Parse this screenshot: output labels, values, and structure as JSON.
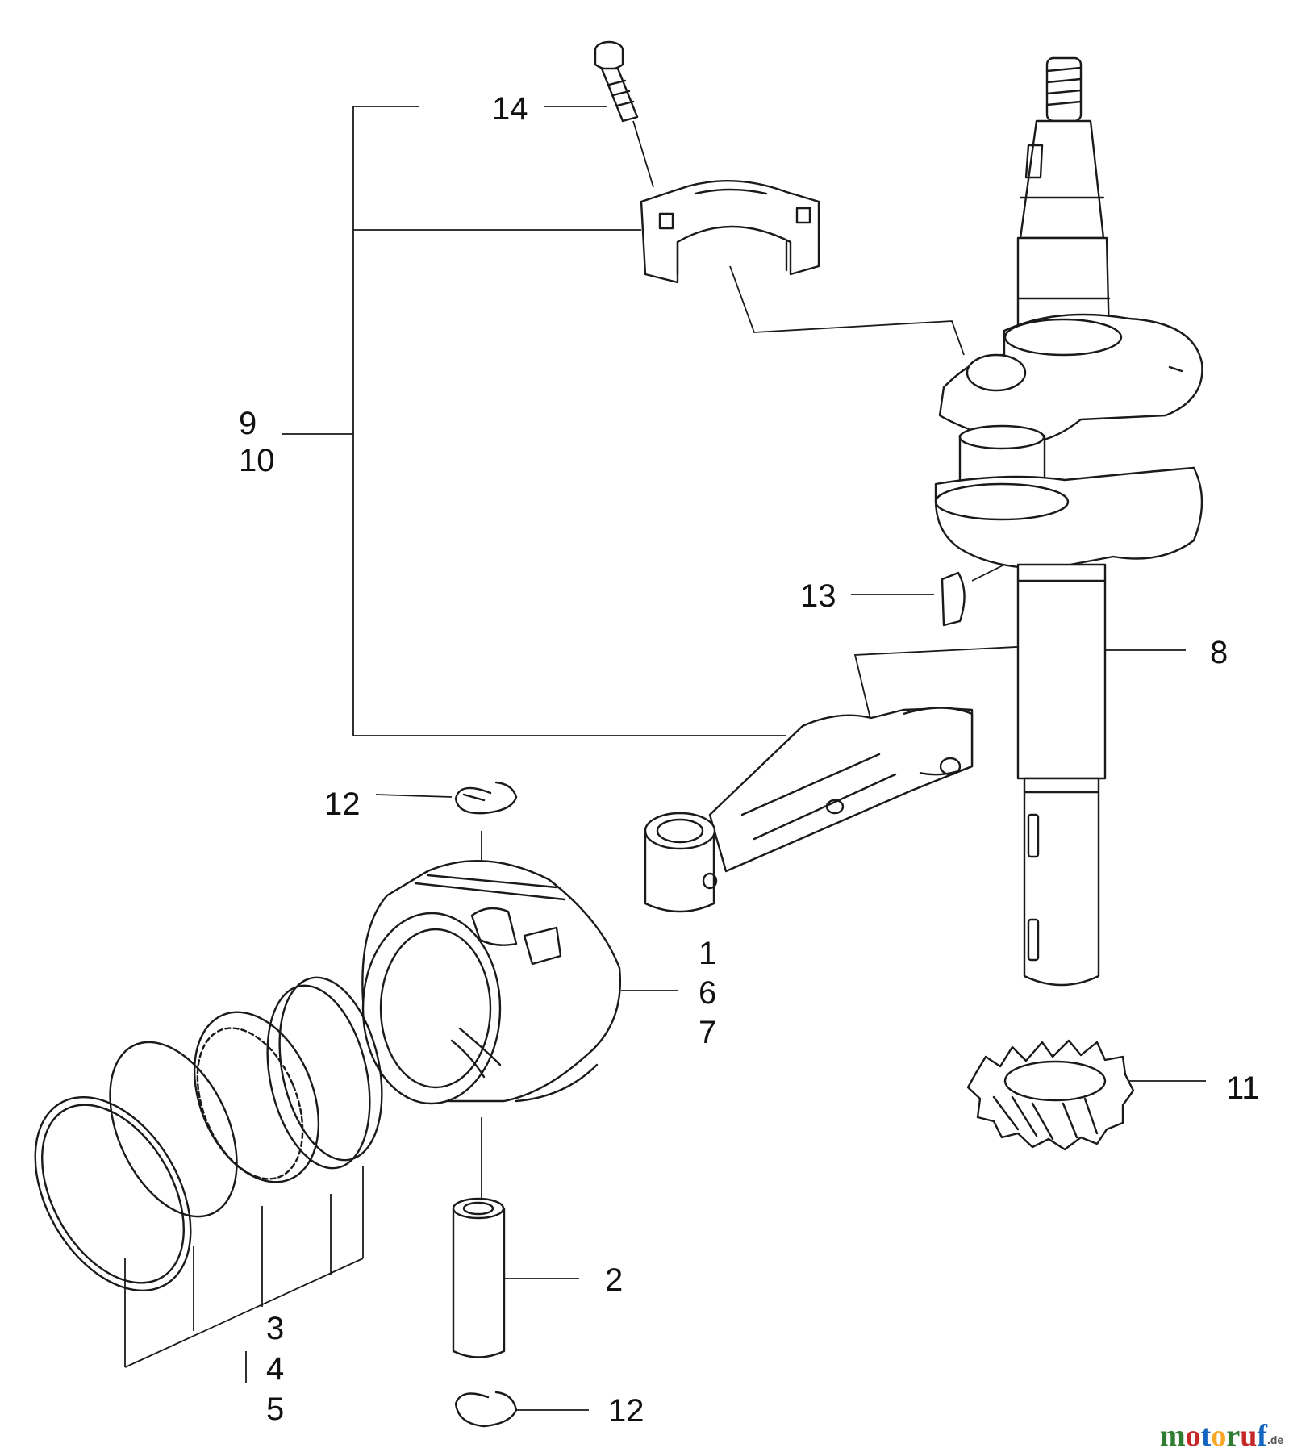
{
  "callouts": {
    "c1": "1",
    "c2": "2",
    "c3": "3",
    "c4": "4",
    "c5": "5",
    "c6": "6",
    "c7": "7",
    "c8": "8",
    "c9": "9",
    "c10": "10",
    "c11": "11",
    "c12_top": "12",
    "c12_bottom": "12",
    "c13": "13",
    "c14": "14"
  },
  "watermark": {
    "text_main": "motoruf",
    "text_suffix": ".de",
    "colors": [
      "#2f7d32",
      "#c62828",
      "#1565c0",
      "#f9a825"
    ]
  }
}
